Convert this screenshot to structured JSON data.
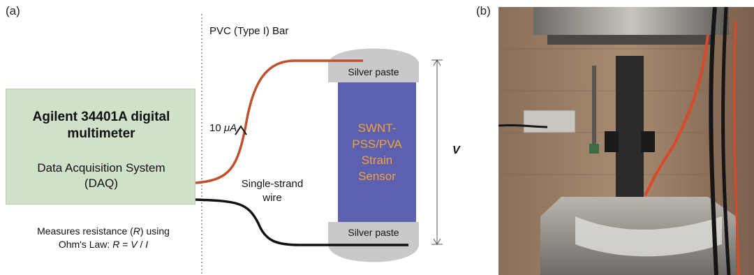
{
  "panels": {
    "a_label": "(a)",
    "b_label": "(b)"
  },
  "diagram": {
    "bar_label": "PVC (Type I) Bar",
    "daq": {
      "title_line1": "Agilent 34401A digital",
      "title_line2": "multimeter",
      "subtitle_line1": "Data Acquisition System",
      "subtitle_line2": "(DAQ)"
    },
    "current_label_num": "10 ",
    "current_label_unit": "μA",
    "wire_label_line1": "Single-strand",
    "wire_label_line2": "wire",
    "sensor": {
      "line1": "SWNT-",
      "line2": "PSS/PVA",
      "line3": "Strain",
      "line4": "Sensor"
    },
    "paste_top": "Silver paste",
    "paste_bottom": "Silver paste",
    "voltage_label": "V",
    "ohms_line1_pre": "Measures resistance (",
    "ohms_line1_var": "R",
    "ohms_line1_post": ") using",
    "ohms_line2_pre": "Ohm's Law: ",
    "ohms_line2_R": "R",
    "ohms_line2_eq": " = ",
    "ohms_line2_V": "V",
    "ohms_line2_slash": " / ",
    "ohms_line2_I": "I"
  },
  "colors": {
    "daq_box": "#cfe1c9",
    "sensor_blue": "#5c60ae",
    "sensor_text": "#f2a23a",
    "paste_gray": "#c9c9cb",
    "wire_red": "#c0512e",
    "wire_black": "#111111"
  }
}
